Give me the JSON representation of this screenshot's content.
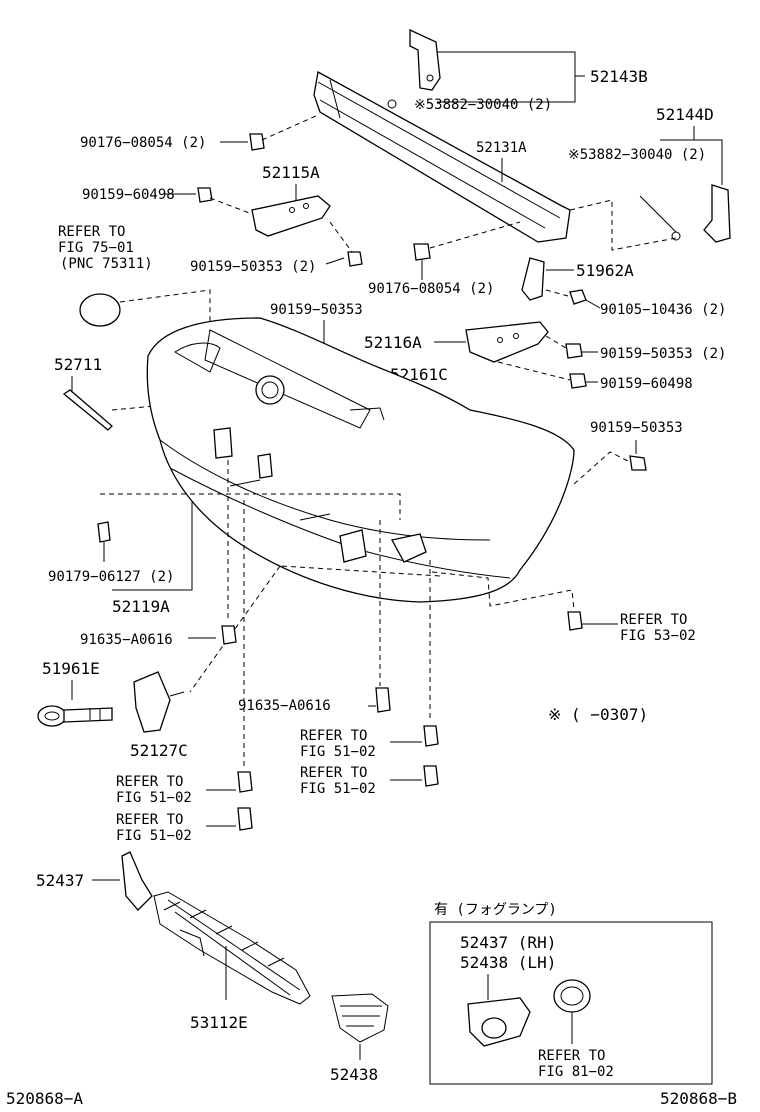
{
  "callouts": {
    "c52143B": "52143B",
    "c53882a": "※53882−30040 (2)",
    "c52144D": "52144D",
    "c53882b": "※53882−30040 (2)",
    "c90176a": "90176−08054 (2)",
    "c52131A": "52131A",
    "c52115A": "52115A",
    "c90159_60498a": "90159−60498",
    "refer1": "REFER TO",
    "refer1b": "FIG 75−01",
    "refer1c": "(PNC 75311)",
    "c90159_50353a": "90159−50353 (2)",
    "c90176b": "90176−08054 (2)",
    "c51962A": "51962A",
    "c90105": "90105−10436 (2)",
    "c90159_50353b": "90159−50353",
    "c52116A": "52116A",
    "c90159_50353c": "90159−50353 (2)",
    "c52711": "52711",
    "c52161C": "52161C",
    "c90159_60498b": "90159−60498",
    "c90159_50353d": "90159−50353",
    "c90179": "90179−06127 (2)",
    "c52119A": "52119A",
    "refer2": "REFER TO",
    "refer2b": "FIG 53−02",
    "c91635a": "91635−A0616",
    "c51961E": "51961E",
    "c91635b": "91635−A0616",
    "note": "※ (       −0307)",
    "c52127C": "52127C",
    "refer3": "REFER TO",
    "refer3b": "FIG 51−02",
    "refer4": "REFER TO",
    "refer4b": "FIG 51−02",
    "refer5": "REFER TO",
    "refer5b": "FIG 51−02",
    "refer6": "REFER TO",
    "refer6b": "FIG 51−02",
    "c52437": "52437",
    "fog_title": "有 (フォグランプ)",
    "fog_rh": "52437 (RH)",
    "fog_lh": "52438 (LH)",
    "c53112E": "53112E",
    "c52438": "52438",
    "refer7": "REFER TO",
    "refer7b": "FIG 81−02",
    "foot_left": "520868−A",
    "foot_right": "520868−B"
  }
}
